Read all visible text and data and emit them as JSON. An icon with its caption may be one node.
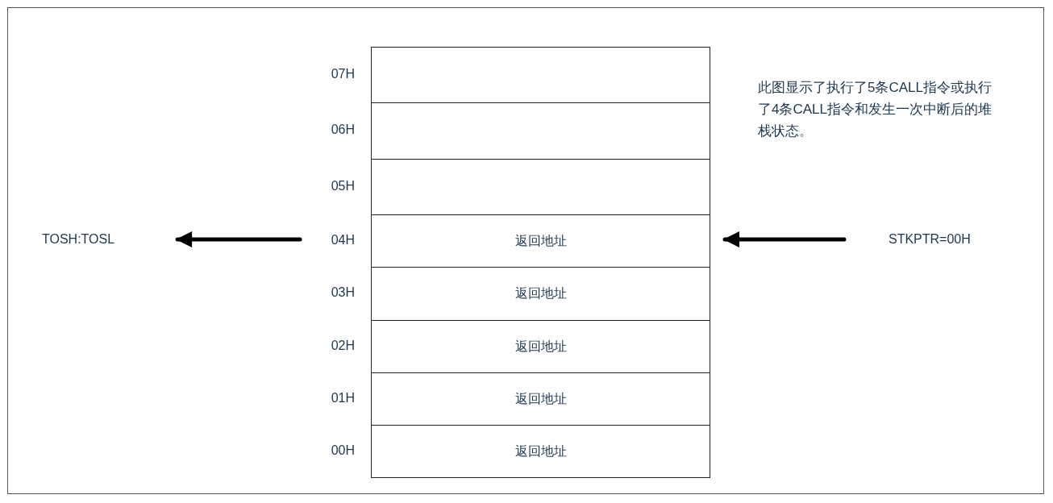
{
  "diagram": {
    "nodes": [
      {
        "text": [],
        "shape": "box",
        "beside": [
          "07H"
        ]
      },
      {
        "text": [],
        "shape": "box",
        "beside": [
          "06H"
        ]
      },
      {
        "text": [],
        "shape": "box",
        "beside": [
          "05H"
        ]
      },
      {
        "text": [
          "TOSH:TOSL"
        ]
      },
      {
        "text": [
          "返回地址"
        ],
        "beside": [
          "04H"
        ]
      },
      {
        "text": [
          "STKPTR=00H"
        ]
      },
      {
        "text": [
          "返回地址"
        ],
        "beside": [
          "03H"
        ]
      },
      {
        "text": [
          "返回地址"
        ],
        "beside": [
          "02H"
        ]
      },
      {
        "text": [
          "返回地址"
        ],
        "beside": [
          "01H"
        ]
      },
      {
        "text": [
          "返回地址"
        ],
        "beside": [
          "00H"
        ]
      }
    ],
    "edges": [
      {
        "from": 4,
        "to": 3,
        "arrow": "to"
      },
      {
        "from": 5,
        "to": 4,
        "arrow": "to"
      }
    ],
    "labels": [
      "此图显示了执行了5条CALL指令或执行了4条CALL指令和发生一次中断后的堆栈状态。"
    ]
  }
}
